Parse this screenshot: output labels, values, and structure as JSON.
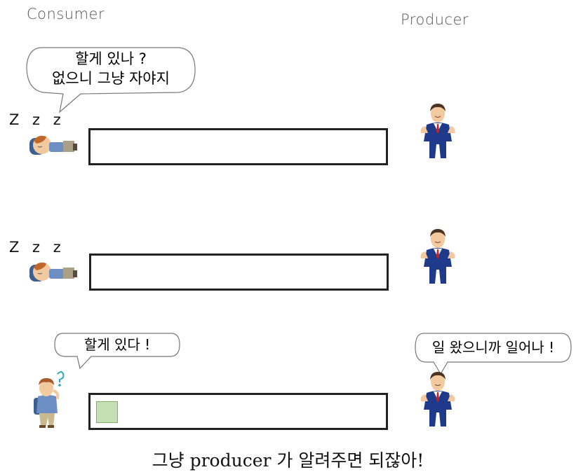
{
  "headers": {
    "consumer": "Consumer",
    "producer": "Producer"
  },
  "rows": [
    {
      "consumer_state": "sleeping",
      "zzz": "Z z z",
      "bubble_lines": [
        "할게 있나 ?",
        "없으니 그냥 자야지"
      ],
      "queue_items": 0
    },
    {
      "consumer_state": "sleeping",
      "zzz": "Z z z",
      "queue_items": 0
    },
    {
      "consumer_state": "awake",
      "bubble": "할게 있다 !",
      "producer_bubble": "일 왔으니까 일어나 !",
      "queue_items": 1
    }
  ],
  "caption": "그냥 producer 가 알려주면 되잖아!",
  "colors": {
    "queue_border": "#222222",
    "item_fill": "#c5e0b4",
    "suit": "#1f3a8a",
    "skin": "#f3c9a0"
  }
}
